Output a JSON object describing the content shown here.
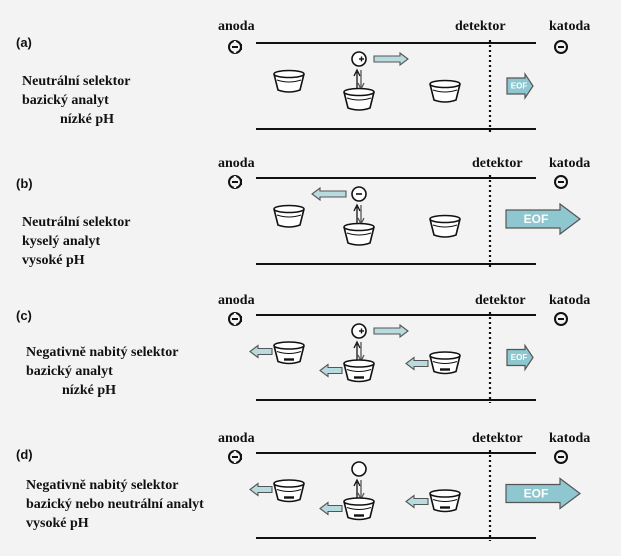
{
  "colors": {
    "background": "#f3f3f3",
    "line": "#111111",
    "arrow_fill": "#b8dbe0",
    "arrow_stroke": "#555555",
    "eof_fill": "#8ec7cf",
    "cup_fill": "#ffffff"
  },
  "icons": {
    "anode": "plus-circle-icon",
    "cathode": "minus-circle-icon",
    "selector": "cup-selector-icon",
    "analyte": "circle-analyte-icon",
    "equilibrium": "double-arrow-icon"
  },
  "panels": [
    {
      "id": "a",
      "label": "(a)",
      "anode": "anoda",
      "detector": "detektor",
      "cathode": "katoda",
      "conditions": [
        "Neutrální selektor",
        "bazický analyt",
        "nízké pH"
      ],
      "analyte_charge": "+",
      "analyte_direction": "right",
      "selector_charge": "neutral",
      "eof_label": "EOF",
      "eof_size": "small"
    },
    {
      "id": "b",
      "label": "(b)",
      "anode": "anoda",
      "detector": "detektor",
      "cathode": "katoda",
      "conditions": [
        "Neutrální selektor",
        "kyselý analyt",
        "vysoké pH"
      ],
      "analyte_charge": "-",
      "analyte_direction": "left",
      "selector_charge": "neutral",
      "eof_label": "EOF",
      "eof_size": "large"
    },
    {
      "id": "c",
      "label": "(c)",
      "anode": "anoda",
      "detector": "detektor",
      "cathode": "katoda",
      "conditions": [
        "Negativně nabitý selektor",
        "bazický analyt",
        "nízké pH"
      ],
      "analyte_charge": "+",
      "analyte_direction": "right",
      "selector_charge": "negative",
      "eof_label": "EOF",
      "eof_size": "small"
    },
    {
      "id": "d",
      "label": "(d)",
      "anode": "anoda",
      "detector": "detektor",
      "cathode": "katoda",
      "conditions": [
        "Negativně nabitý selektor",
        "bazický nebo neutrální analyt",
        "vysoké pH"
      ],
      "analyte_charge": "0",
      "analyte_direction": "none",
      "selector_charge": "negative",
      "eof_label": "EOF",
      "eof_size": "large"
    }
  ]
}
